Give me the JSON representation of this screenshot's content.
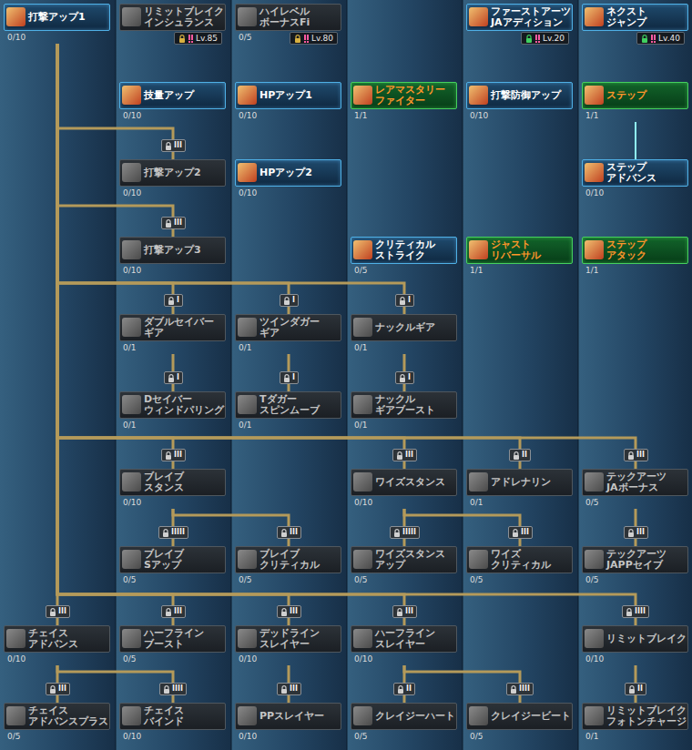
{
  "diagram": {
    "nodes": [
      {
        "text": [
          "打撃アップ1",
          "0/10"
        ]
      },
      {
        "text": [
          "リミットブレイク インシュランス",
          "Lv.85"
        ]
      },
      {
        "text": [
          "ハイレベル ボーナスFi",
          "0/5",
          "Lv.80"
        ]
      },
      {
        "text": [
          "ファーストアーツ JAアディション",
          "Lv.20"
        ]
      },
      {
        "text": [
          "ネクスト ジャンプ",
          "Lv.40"
        ]
      },
      {
        "text": [
          "技量アップ",
          "0/10"
        ]
      },
      {
        "text": [
          "HPアップ1",
          "0/10"
        ]
      },
      {
        "text": [
          "レアマスタリー ファイター",
          "1/1"
        ]
      },
      {
        "text": [
          "打撃防御アップ",
          "0/10"
        ]
      },
      {
        "text": [
          "ステップ",
          "1/1"
        ]
      },
      {
        "text": [
          "打撃アップ2",
          "0/10"
        ]
      },
      {
        "text": [
          "HPアップ2",
          "0/10"
        ]
      },
      {
        "text": [
          "ステップ アドバンス",
          "0/10"
        ]
      },
      {
        "text": [
          "打撃アップ3",
          "0/10"
        ]
      },
      {
        "text": [
          "クリティカル ストライク",
          "0/5"
        ]
      },
      {
        "text": [
          "ジャスト リバーサル",
          "1/1"
        ]
      },
      {
        "text": [
          "ステップ アタック",
          "1/1"
        ]
      },
      {
        "text": [
          "ダブルセイバー ギア",
          "0/1"
        ]
      },
      {
        "text": [
          "ツインダガー ギア",
          "0/1"
        ]
      },
      {
        "text": [
          "ナックルギア",
          "0/1"
        ]
      },
      {
        "text": [
          "Dセイバー ウィンドパリング",
          "0/1"
        ]
      },
      {
        "text": [
          "Tダガー スピンムーブ",
          "0/1"
        ]
      },
      {
        "text": [
          "ナックル ギアブースト",
          "0/1"
        ]
      },
      {
        "text": [
          "ブレイブ スタンス",
          "0/10"
        ]
      },
      {
        "text": [
          "ワイズスタンス",
          "0/10"
        ]
      },
      {
        "text": [
          "アドレナリン",
          "0/1"
        ]
      },
      {
        "text": [
          "テックアーツ JAボーナス",
          "0/5"
        ]
      },
      {
        "text": [
          "ブレイブ Sアップ",
          "0/5"
        ]
      },
      {
        "text": [
          "ブレイブ クリティカル",
          "0/5"
        ]
      },
      {
        "text": [
          "ワイズスタンス アップ",
          "0/5"
        ]
      },
      {
        "text": [
          "ワイズ クリティカル",
          "0/5"
        ]
      },
      {
        "text": [
          "テックアーツ JAPPセイブ",
          "0/5"
        ]
      },
      {
        "text": [
          "チェイス アドバンス",
          "0/10"
        ]
      },
      {
        "text": [
          "ハーフライン ブースト",
          "0/5"
        ]
      },
      {
        "text": [
          "デッドライン スレイヤー",
          "0/10"
        ]
      },
      {
        "text": [
          "ハーフライン スレイヤー",
          "0/10"
        ]
      },
      {
        "text": [
          "リミットブレイク",
          "0/10"
        ]
      },
      {
        "text": [
          "チェイス アドバンスプラス",
          "0/5"
        ]
      },
      {
        "text": [
          "チェイス バインド",
          "0/10"
        ]
      },
      {
        "text": [
          "PPスレイヤー",
          "0/10"
        ]
      },
      {
        "text": [
          "クレイジーハート",
          "0/5"
        ]
      },
      {
        "text": [
          "クレイジービート",
          "0/5"
        ]
      },
      {
        "text": [
          "リミットブレイク フォトンチャージ",
          "0/1"
        ]
      }
    ],
    "edges": [
      {
        "from": 0,
        "to": 10,
        "arrow": "none",
        "label": "III"
      },
      {
        "from": 0,
        "to": 13,
        "arrow": "none",
        "label": "III"
      },
      {
        "from": 0,
        "to": 17,
        "arrow": "none",
        "label": "I"
      },
      {
        "from": 0,
        "to": 18,
        "arrow": "none",
        "label": "I"
      },
      {
        "from": 0,
        "to": 19,
        "arrow": "none",
        "label": "I"
      },
      {
        "from": 17,
        "to": 20,
        "arrow": "none",
        "label": "I"
      },
      {
        "from": 18,
        "to": 21,
        "arrow": "none",
        "label": "I"
      },
      {
        "from": 19,
        "to": 22,
        "arrow": "none",
        "label": "I"
      },
      {
        "from": 0,
        "to": 23,
        "arrow": "none",
        "label": "III"
      },
      {
        "from": 0,
        "to": 24,
        "arrow": "none",
        "label": "III"
      },
      {
        "from": 0,
        "to": 25,
        "arrow": "none",
        "label": "II"
      },
      {
        "from": 0,
        "to": 26,
        "arrow": "none",
        "label": "III"
      },
      {
        "from": 23,
        "to": 27,
        "arrow": "none",
        "label": "IIIII"
      },
      {
        "from": 23,
        "to": 28,
        "arrow": "none",
        "label": "III"
      },
      {
        "from": 24,
        "to": 29,
        "arrow": "none",
        "label": "IIIII"
      },
      {
        "from": 24,
        "to": 30,
        "arrow": "none",
        "label": "III"
      },
      {
        "from": 26,
        "to": 31,
        "arrow": "none",
        "label": "III"
      },
      {
        "from": 0,
        "to": 32,
        "arrow": "none",
        "label": "III"
      },
      {
        "from": 0,
        "to": 33,
        "arrow": "none",
        "label": "III"
      },
      {
        "from": 0,
        "to": 34,
        "arrow": "none",
        "label": "III"
      },
      {
        "from": 0,
        "to": 35,
        "arrow": "none",
        "label": "III"
      },
      {
        "from": 0,
        "to": 36,
        "arrow": "none",
        "label": "IIII"
      },
      {
        "from": 32,
        "to": 37,
        "arrow": "none",
        "label": "III"
      },
      {
        "from": 32,
        "to": 38,
        "arrow": "none",
        "label": "IIII"
      },
      {
        "from": 34,
        "to": 39,
        "arrow": "none",
        "label": "III"
      },
      {
        "from": 35,
        "to": 40,
        "arrow": "none",
        "label": "II"
      },
      {
        "from": 35,
        "to": 41,
        "arrow": "none",
        "label": "IIII"
      },
      {
        "from": 36,
        "to": 42,
        "arrow": "none",
        "label": "II"
      },
      {
        "from": 9,
        "to": 12,
        "arrow": "none"
      }
    ]
  }
}
